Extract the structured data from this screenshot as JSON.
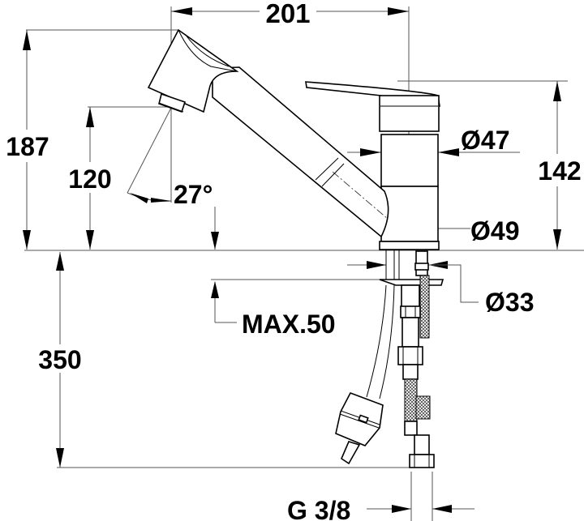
{
  "drawing": {
    "title": "Pull-out kitchen faucet — dimension drawing",
    "units": "mm",
    "colors": {
      "line": "#000000",
      "dimension_line": "#555555",
      "background": "#ffffff"
    }
  },
  "dimensions": {
    "spout_reach": "201",
    "overall_height": "187",
    "outlet_height": "120",
    "spray_angle": "27°",
    "body_height": "142",
    "body_diameter_upper": "Ø47",
    "base_diameter": "Ø49",
    "mounting_hole_diameter": "Ø33",
    "max_countertop_thickness": "MAX.50",
    "hose_length": "350",
    "connection_thread": "G 3/8"
  }
}
